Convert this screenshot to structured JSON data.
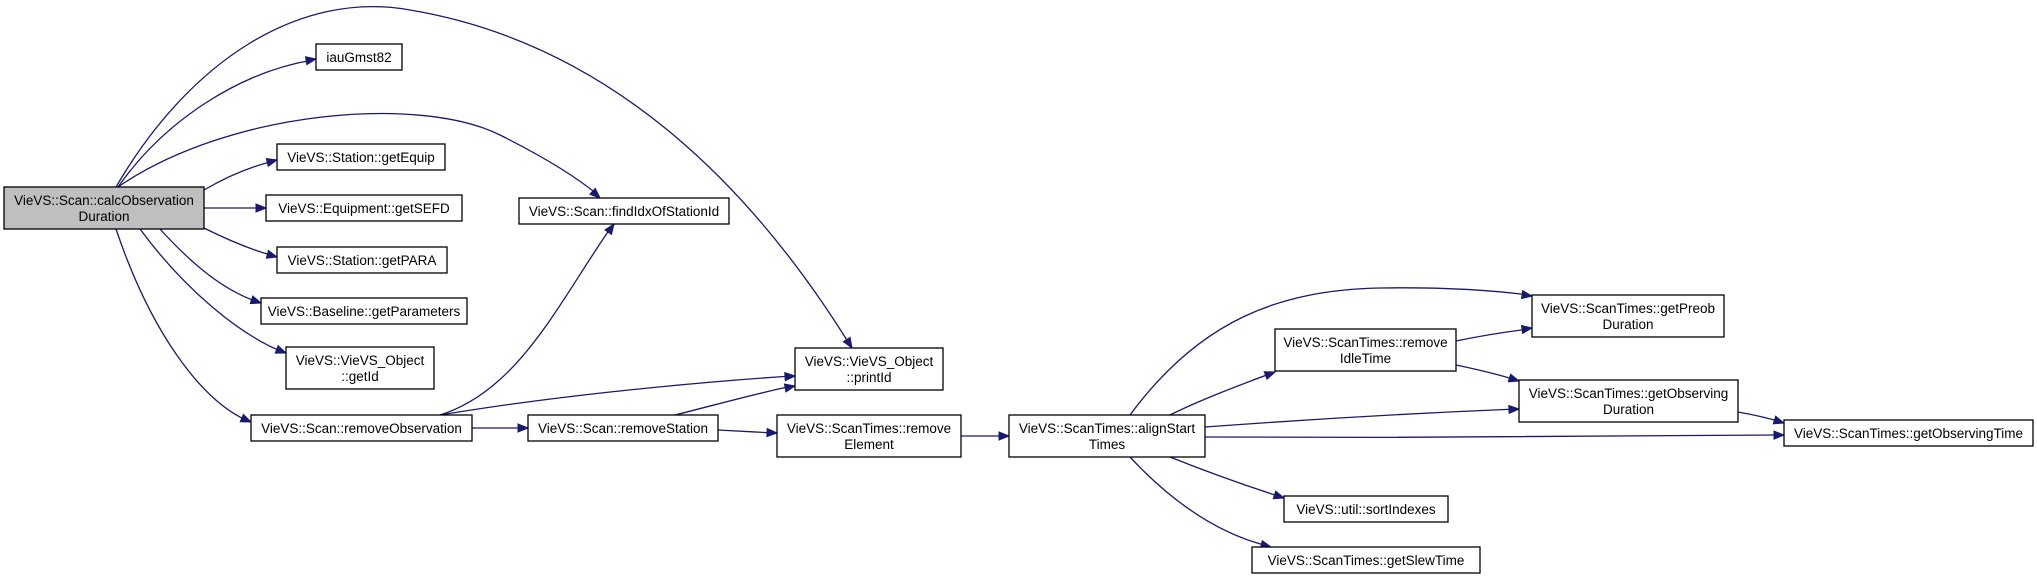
{
  "diagram": {
    "colors": {
      "edge": "#191970",
      "root_fill": "#bfbfbf",
      "node_fill": "#ffffff",
      "border": "#000000"
    },
    "nodes": [
      {
        "id": "calc",
        "lines": [
          "VieVS::Scan::calcObservation",
          "Duration"
        ],
        "root": true
      },
      {
        "id": "gmst",
        "lines": [
          "iauGmst82"
        ]
      },
      {
        "id": "getEquip",
        "lines": [
          "VieVS::Station::getEquip"
        ]
      },
      {
        "id": "getSEFD",
        "lines": [
          "VieVS::Equipment::getSEFD"
        ]
      },
      {
        "id": "getPARA",
        "lines": [
          "VieVS::Station::getPARA"
        ]
      },
      {
        "id": "getParams",
        "lines": [
          "VieVS::Baseline::getParameters"
        ]
      },
      {
        "id": "getId",
        "lines": [
          "VieVS::VieVS_Object",
          "::getId"
        ]
      },
      {
        "id": "removeObs",
        "lines": [
          "VieVS::Scan::removeObservation"
        ]
      },
      {
        "id": "findIdx",
        "lines": [
          "VieVS::Scan::findIdxOfStationId"
        ]
      },
      {
        "id": "printId",
        "lines": [
          "VieVS::VieVS_Object",
          "::printId"
        ]
      },
      {
        "id": "removeStation",
        "lines": [
          "VieVS::Scan::removeStation"
        ]
      },
      {
        "id": "removeElement",
        "lines": [
          "VieVS::ScanTimes::remove",
          "Element"
        ]
      },
      {
        "id": "alignStart",
        "lines": [
          "VieVS::ScanTimes::alignStart",
          "Times"
        ]
      },
      {
        "id": "removeIdle",
        "lines": [
          "VieVS::ScanTimes::remove",
          "IdleTime"
        ]
      },
      {
        "id": "sortIdx",
        "lines": [
          "VieVS::util::sortIndexes"
        ]
      },
      {
        "id": "getSlew",
        "lines": [
          "VieVS::ScanTimes::getSlewTime"
        ]
      },
      {
        "id": "getPreob",
        "lines": [
          "VieVS::ScanTimes::getPreob",
          "Duration"
        ]
      },
      {
        "id": "getObsDur",
        "lines": [
          "VieVS::ScanTimes::getObserving",
          "Duration"
        ]
      },
      {
        "id": "getObsTime",
        "lines": [
          "VieVS::ScanTimes::getObservingTime"
        ]
      }
    ],
    "edges": [
      {
        "from": "calc",
        "to": "gmst"
      },
      {
        "from": "calc",
        "to": "getEquip"
      },
      {
        "from": "calc",
        "to": "getSEFD"
      },
      {
        "from": "calc",
        "to": "getPARA"
      },
      {
        "from": "calc",
        "to": "getParams"
      },
      {
        "from": "calc",
        "to": "getId"
      },
      {
        "from": "calc",
        "to": "removeObs"
      },
      {
        "from": "calc",
        "to": "findIdx"
      },
      {
        "from": "calc",
        "to": "printId"
      },
      {
        "from": "removeObs",
        "to": "findIdx"
      },
      {
        "from": "removeObs",
        "to": "printId"
      },
      {
        "from": "removeObs",
        "to": "removeStation"
      },
      {
        "from": "removeStation",
        "to": "printId"
      },
      {
        "from": "removeStation",
        "to": "removeElement"
      },
      {
        "from": "removeElement",
        "to": "alignStart"
      },
      {
        "from": "alignStart",
        "to": "getPreob"
      },
      {
        "from": "alignStart",
        "to": "removeIdle"
      },
      {
        "from": "alignStart",
        "to": "getObsDur"
      },
      {
        "from": "alignStart",
        "to": "getObsTime"
      },
      {
        "from": "alignStart",
        "to": "sortIdx"
      },
      {
        "from": "alignStart",
        "to": "getSlew"
      },
      {
        "from": "removeIdle",
        "to": "getPreob"
      },
      {
        "from": "removeIdle",
        "to": "getObsDur"
      },
      {
        "from": "getObsDur",
        "to": "getObsTime"
      }
    ]
  }
}
